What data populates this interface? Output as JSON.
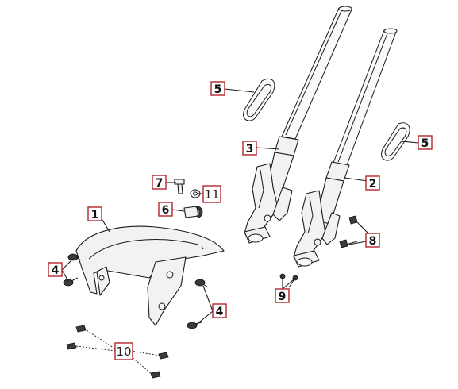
{
  "callouts": {
    "c1": {
      "label": "1"
    },
    "c2": {
      "label": "2"
    },
    "c3": {
      "label": "3"
    },
    "c4a": {
      "label": "4"
    },
    "c4b": {
      "label": "4"
    },
    "c5a": {
      "label": "5"
    },
    "c5b": {
      "label": "5"
    },
    "c6": {
      "label": "6"
    },
    "c7": {
      "label": "7"
    },
    "c8": {
      "label": "8"
    },
    "c9": {
      "label": "9"
    },
    "c10": {
      "label": "10"
    },
    "c11": {
      "label": "11"
    }
  },
  "colors": {
    "callout_border": "#b3262d",
    "line": "#1a1a1a",
    "part_fill": "#f2f2f2"
  }
}
